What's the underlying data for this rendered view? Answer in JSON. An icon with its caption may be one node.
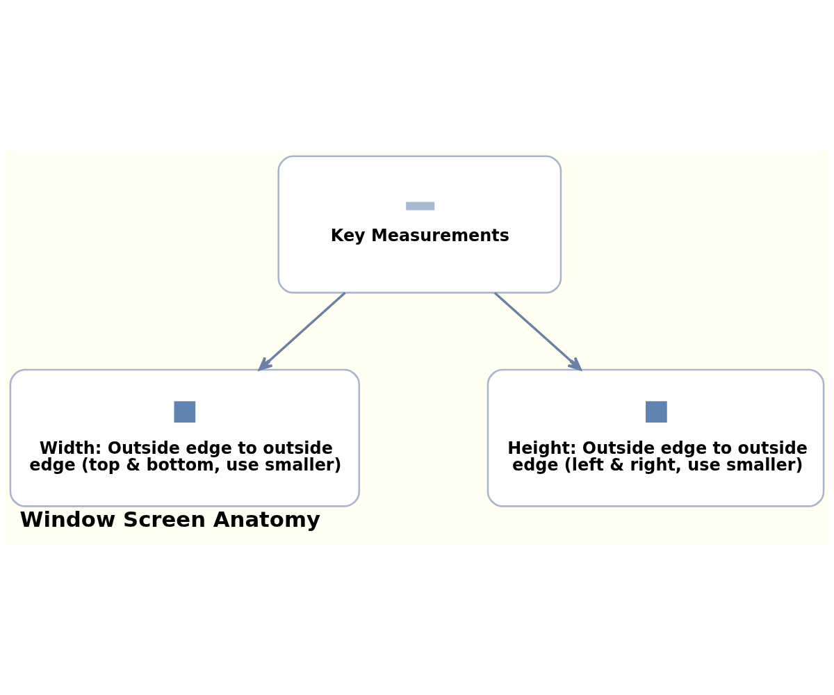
{
  "diagram": {
    "caption": "Window Screen Anatomy",
    "nodes": [
      {
        "text": [
          "Key Measurements"
        ]
      },
      {
        "text": [
          "Width: Outside edge to outside edge (top & bottom, use smaller)"
        ]
      },
      {
        "text": [
          "Height: Outside edge to outside edge (left & right, use smaller)"
        ]
      }
    ],
    "edges": [
      {
        "from": 0,
        "to": 1,
        "arrow": "to"
      },
      {
        "from": 0,
        "to": 2,
        "arrow": "to"
      }
    ]
  }
}
